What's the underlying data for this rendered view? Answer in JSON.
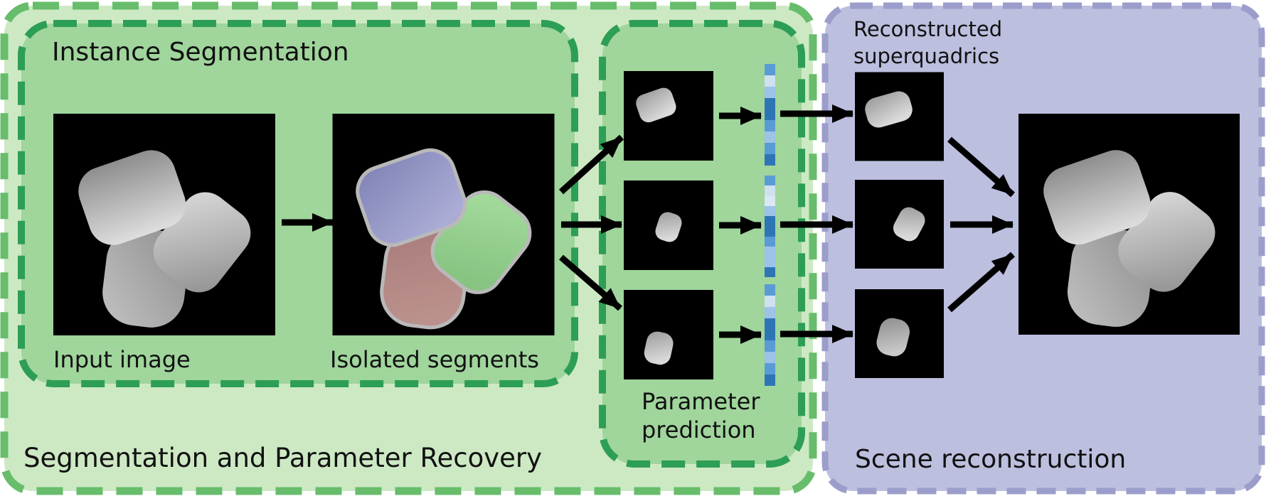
{
  "regions": {
    "segmentation_recovery": {
      "title": "Segmentation and Parameter Recovery",
      "fill": "#cde9c4",
      "border_color": "#67bd6b"
    },
    "instance_segmentation": {
      "title": "Instance Segmentation",
      "fill": "#a0d59c",
      "border_color": "#2d9e55"
    },
    "parameter_prediction": {
      "title": "Parameter\nprediction",
      "fill": "#a0d59c",
      "border_color": "#2d9e55"
    },
    "scene_reconstruction": {
      "title": "Scene reconstruction",
      "subtitle": "Reconstructed\nsuperquadrics",
      "fill": "#bdbfdf",
      "border_color": "#9b9dcb"
    }
  },
  "labels": {
    "input_image": "Input image",
    "isolated_segments": "Isolated segments"
  },
  "segment_colors": {
    "top_segment": "#8c8ec0",
    "right_segment": "#91ce8b",
    "bottom_segment": "#b28382"
  },
  "parameter_vectors": {
    "palette": {
      "dark": "#2e75b6",
      "medium": "#5b9bd5",
      "light": "#9dc3e6",
      "very_light": "#cfe0f1"
    },
    "bar1": [
      "#5b9bd5",
      "#cfe0f1",
      "#9dc3e6",
      "#2e75b6",
      "#2e75b6",
      "#5b9bd5",
      "#9dc3e6",
      "#5b9bd5",
      "#2e75b6"
    ],
    "bar2": [
      "#5b9bd5",
      "#cfe0f1",
      "#dbe7f4",
      "#9dc3e6",
      "#2e75b6",
      "#2e75b6",
      "#5b9bd5",
      "#9dc3e6",
      "#9dc3e6",
      "#2e75b6"
    ],
    "bar3": [
      "#5b9bd5",
      "#cfe0f1",
      "#9dc3e6",
      "#2e75b6",
      "#2e75b6",
      "#5b9bd5",
      "#9dc3e6",
      "#5b9bd5",
      "#2e75b6"
    ]
  },
  "arrow_color": "#000000"
}
